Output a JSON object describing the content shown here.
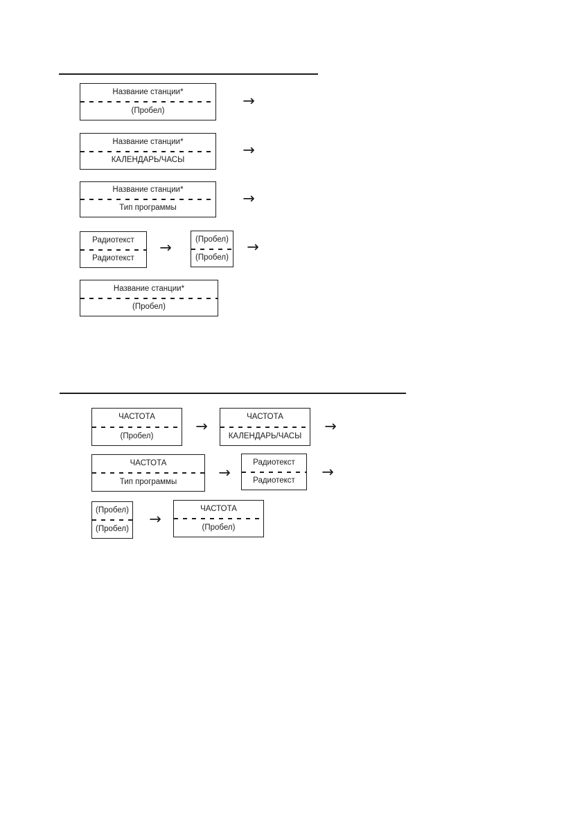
{
  "arrow_symbol": "→",
  "colors": {
    "ink": "#1c1c1c",
    "background": "#ffffff"
  },
  "section1": {
    "boxes": [
      {
        "top": "Название станции*",
        "bottom": "(Пробел)"
      },
      {
        "top": "Название станции*",
        "bottom": "КАЛЕНДАРЬ/ЧАСЫ"
      },
      {
        "top": "Название станции*",
        "bottom": "Тип программы"
      },
      {
        "top": "Радиотекст",
        "bottom": "Радиотекст"
      },
      {
        "top": "(Пробел)",
        "bottom": "(Пробел)"
      },
      {
        "top": "Название станции*",
        "bottom": "(Пробел)"
      }
    ]
  },
  "section2": {
    "boxes": [
      {
        "top": "ЧАСТОТА",
        "bottom": "(Пробел)"
      },
      {
        "top": "ЧАСТОТА",
        "bottom": "КАЛЕНДАРЬ/ЧАСЫ"
      },
      {
        "top": "ЧАСТОТА",
        "bottom": "Тип программы"
      },
      {
        "top": "Радиотекст",
        "bottom": "Радиотекст"
      },
      {
        "top": "(Пробел)",
        "bottom": "(Пробел)"
      },
      {
        "top": "ЧАСТОТА",
        "bottom": "(Пробел)"
      }
    ]
  }
}
